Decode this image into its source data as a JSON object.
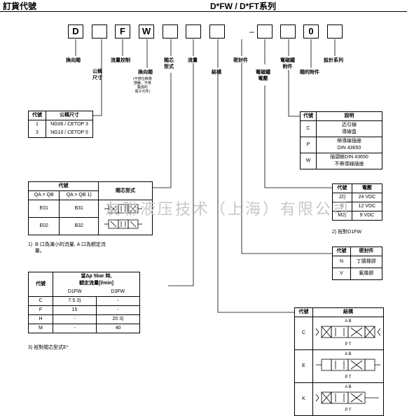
{
  "header": {
    "left": "訂貨代號",
    "right": "D*FW / D*FT系列"
  },
  "code_boxes": [
    "D",
    "",
    "F",
    "W",
    "",
    "",
    "",
    "",
    "",
    "0",
    ""
  ],
  "labels": {
    "dir_valve": "換向閥",
    "nominal_size": "公稱\n尺寸",
    "flow_control": "流量控制",
    "dir_valve2": "換向閥",
    "dir_valve2_note": "(不帶位移傳\n感器，不帶\n集成的\n電子元件)",
    "spool_type": "閥芯\n型式",
    "flow": "流量",
    "structure": "結構",
    "seal": "密封件",
    "voltage": "電磁鐵\n電壓",
    "solenoid_accessory": "電磁鐵\n附件",
    "valve_accessory": "閥的附件",
    "design_series": "設計系列"
  },
  "size_table": {
    "headers": [
      "代號",
      "公稱尺寸"
    ],
    "rows": [
      [
        "1",
        "NG06 / CETOP 3"
      ],
      [
        "3",
        "NG10 / CETOP 5"
      ]
    ]
  },
  "spool_table": {
    "header_code": "代號",
    "header_type": "閥芯型式",
    "sub1": "QA = QB",
    "sub2": "QA > QB 1)",
    "rows": [
      [
        "E01",
        "B31"
      ],
      [
        "E02",
        "B32"
      ]
    ],
    "footnote": "1)  B 口為滿小的流量, A 口為額定流\n     量。"
  },
  "accessory_table": {
    "headers": [
      "代號",
      "說明"
    ],
    "rows": [
      [
        "C",
        "迈引線\n導線盒"
      ],
      [
        "P",
        "帶導線插座\nDIN 43650"
      ],
      [
        "W",
        "插頭帳DIN 43650\n不帶導線插座"
      ]
    ]
  },
  "voltage_table": {
    "headers": [
      "代號",
      "電壓"
    ],
    "rows": [
      [
        "J2)",
        "24 VDC"
      ],
      [
        "K",
        "12 VDC"
      ],
      [
        "M2)",
        "9 VDC"
      ]
    ],
    "footnote": "2)  祇對D1FW"
  },
  "seal_table": {
    "headers": [
      "代號",
      "密封件"
    ],
    "rows": [
      [
        "N",
        "丁腈橡膠"
      ],
      [
        "V",
        "氟橡膠"
      ]
    ]
  },
  "flow_table": {
    "header_code": "代號",
    "header_main": "當Δp 5bar 時,\n額定流量[l/min]",
    "sub1": "D1FW",
    "sub2": "D3FW",
    "rows": [
      [
        "C",
        "7.5 3)",
        "-"
      ],
      [
        "F",
        "15",
        "-"
      ],
      [
        "H",
        "-",
        "20 3)"
      ],
      [
        "M",
        "-",
        "40"
      ]
    ],
    "footnote": "3)  祇對閥芯型式E*"
  },
  "structure_table": {
    "headers": [
      "代號",
      "結構"
    ],
    "rows": [
      {
        "code": "C",
        "top": "A  B",
        "bottom": "P  T"
      },
      {
        "code": "E",
        "top": "A  B",
        "bottom": "P  T"
      },
      {
        "code": "K",
        "top": "A  B",
        "bottom": "P  T"
      }
    ]
  },
  "watermark": "友聯液压技术（上海）有限公司"
}
